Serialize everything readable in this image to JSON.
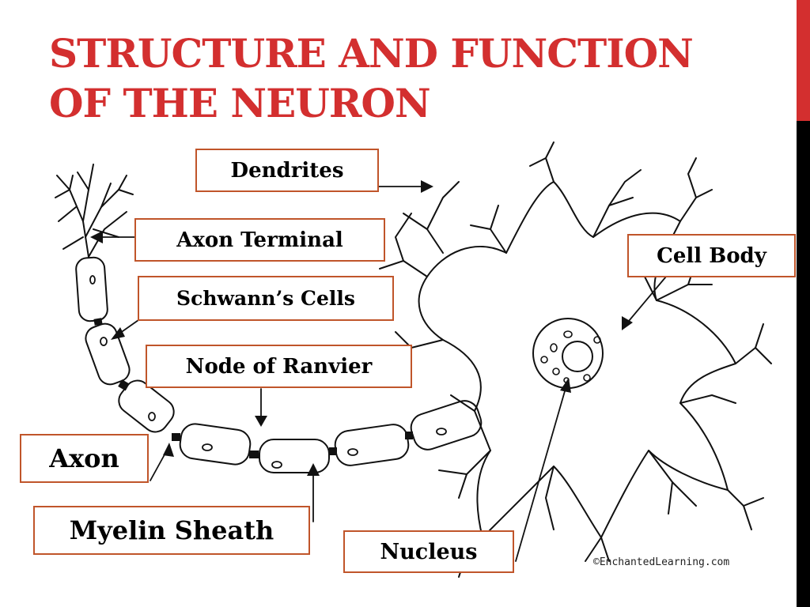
{
  "slide": {
    "title_line1": "STRUCTURE AND FUNCTION",
    "title_line2": "OF THE NEURON"
  },
  "labels": {
    "dendrites": "Dendrites",
    "axon_terminal": "Axon Terminal",
    "schwanns_cells": "Schwann’s Cells",
    "node_of_ranvier": "Node of Ranvier",
    "axon": "Axon",
    "myelin_sheath": "Myelin Sheath",
    "nucleus": "Nucleus",
    "cell_body": "Cell Body"
  },
  "credit": "©EnchantedLearning.com",
  "colors": {
    "title": "#d32f2f",
    "accent_bar": "#d32f2f",
    "label_border": "#c0552a"
  }
}
